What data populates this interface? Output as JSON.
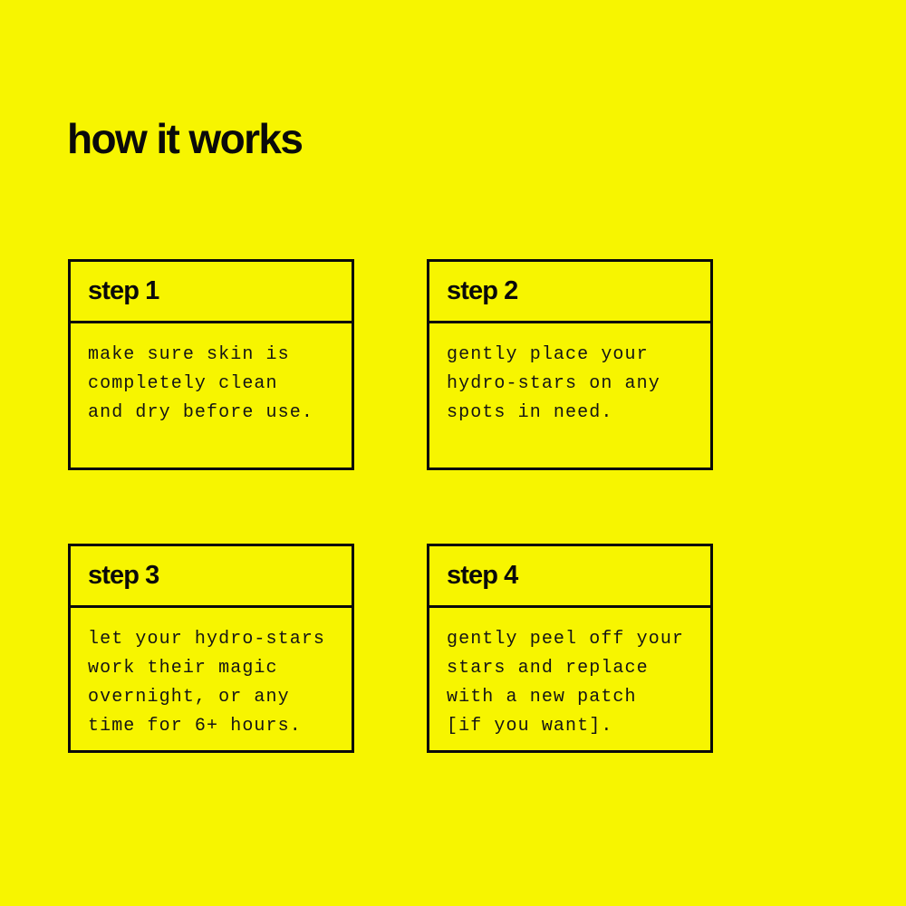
{
  "page": {
    "background_color": "#f7f500",
    "ink_color": "#0a0a0a"
  },
  "header": {
    "title": "how it works"
  },
  "steps": [
    {
      "label": "step 1",
      "lines": [
        "make sure skin is",
        "completely clean",
        "and dry before use."
      ]
    },
    {
      "label": "step 2",
      "lines": [
        "gently place your",
        "hydro-stars on any",
        "spots in need."
      ]
    },
    {
      "label": "step 3",
      "lines": [
        "let your hydro-stars",
        "work their magic",
        "overnight, or any",
        "time for 6+ hours."
      ]
    },
    {
      "label": "step 4",
      "lines": [
        "gently peel off your",
        "stars and replace",
        "with a new patch",
        "[if you want]."
      ]
    }
  ]
}
